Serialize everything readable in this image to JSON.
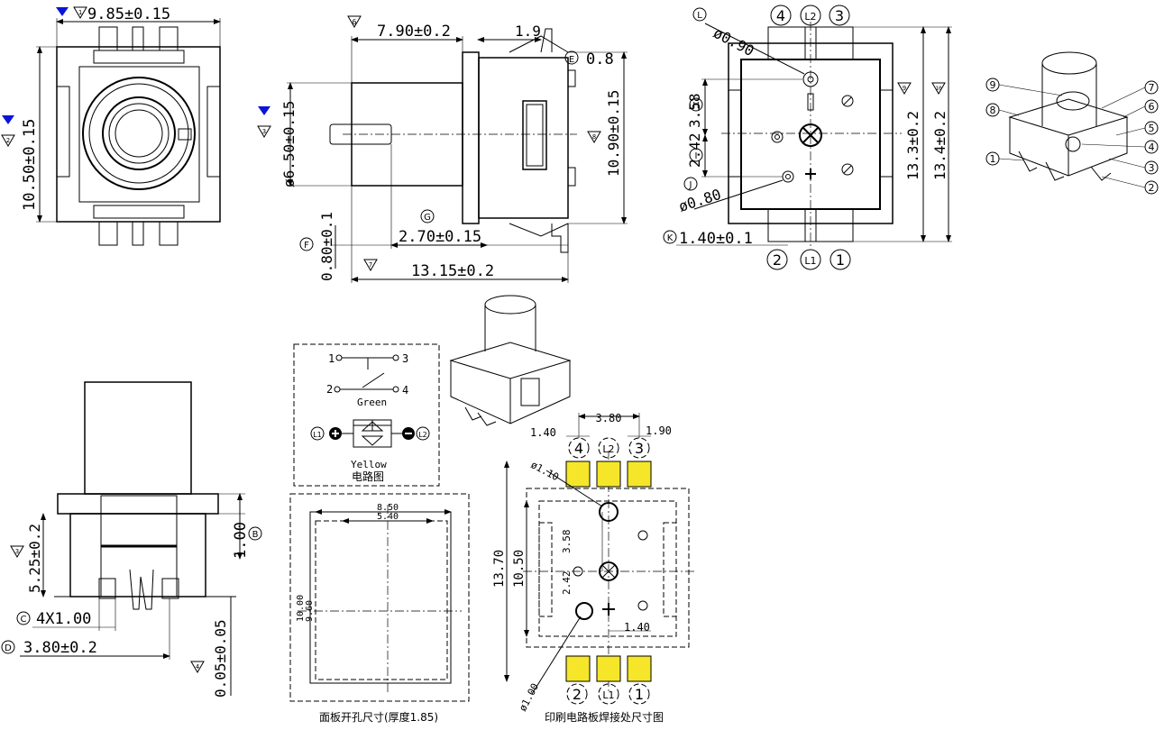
{
  "top_view": {
    "width_dim": "9.85±0.15",
    "width_mark": "1",
    "height_dim": "10.50±0.15",
    "height_mark": "2"
  },
  "side_view": {
    "len_dim": "7.90±0.2",
    "len_mark": "6",
    "tab_dim": "1.9",
    "e_label": "E",
    "e_dim": "0.8",
    "dia_dim": "ø6.50±0.15",
    "dia_mark": "3",
    "height_dim": "10.90±0.15",
    "height_mark": "8",
    "g_label": "G",
    "g_dim": "2.70±0.15",
    "f_label": "F",
    "f_dim": "0.80±0.1",
    "total_dim": "13.15±0.2",
    "total_mark": "7"
  },
  "bottom_view": {
    "pins_top": [
      "4",
      "L2",
      "3"
    ],
    "pins_bottom": [
      "2",
      "L1",
      "1"
    ],
    "l_label": "L",
    "l_dim": "ø0.90",
    "h_label": "H",
    "h_dim": "3.58",
    "i_label": "I",
    "i_dim": "2.42",
    "j_label": "J",
    "j_dim": "ø0.80",
    "k_label": "K",
    "k_dim": "1.40±0.1",
    "dim1": "13.3±0.2",
    "dim1_mark": "9",
    "dim2": "13.4±0.2",
    "dim2_mark": "10"
  },
  "iso_view": {
    "callouts": [
      "9",
      "8",
      "1",
      "7",
      "6",
      "5",
      "4",
      "3",
      "2"
    ]
  },
  "front_view": {
    "b_label": "B",
    "b_dim": "1.00",
    "h_dim": "5.25±0.2",
    "h_mark": "3",
    "c_label": "C",
    "c_dim": "4X1.00",
    "d_label": "D",
    "d_dim": "3.80±0.2",
    "gap_dim": "0.05±0.05",
    "gap_mark": "4"
  },
  "circuit": {
    "pin1": "1",
    "pin2": "2",
    "pin3": "3",
    "pin4": "4",
    "green": "Green",
    "yellow": "Yellow",
    "l1": "L1",
    "l2": "L2",
    "caption": "电路图"
  },
  "panel_cutout": {
    "dim_outer": "8.50",
    "dim_inner": "5.40",
    "dim_v_outer": "10.00",
    "dim_v_inner": "9.60",
    "caption": "面板开孔尺寸(厚度1.85)"
  },
  "pcb": {
    "top_dim_left": "1.40",
    "top_dim_mid": "3.80",
    "top_dim_right": "1.90",
    "pins_top": [
      "4",
      "L2",
      "3"
    ],
    "pins_bottom": [
      "2",
      "L1",
      "1"
    ],
    "hole_top": "ø1.10",
    "dim_358": "3.58",
    "dim_242": "2.42",
    "dim_1050": "10.50",
    "dim_1370": "13.70",
    "dim_140": "1.40",
    "hole_bottom": "ø1.00",
    "caption": "印刷电路板焊接处尺寸图"
  },
  "colors": {
    "marker_blue": "#0a14d8",
    "pad_yellow": "#f5e62a"
  }
}
